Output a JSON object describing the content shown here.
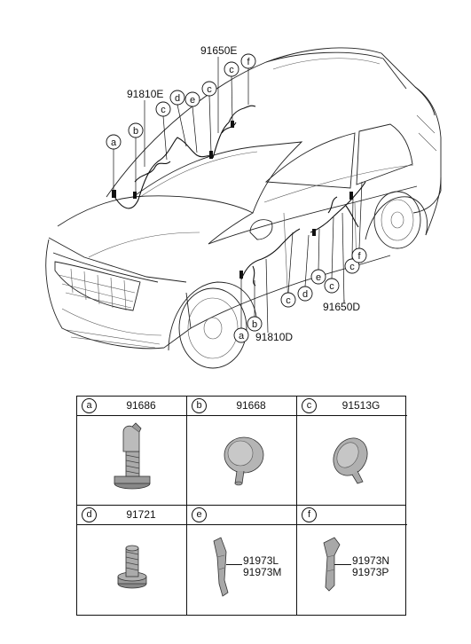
{
  "callouts": {
    "a": "a",
    "b": "b",
    "c": "c",
    "d": "d",
    "e": "e",
    "f": "f"
  },
  "part_numbers": {
    "p91650E": "91650E",
    "p91810E": "91810E",
    "p91650D": "91650D",
    "p91810D": "91810D"
  },
  "table": {
    "cells": [
      {
        "letter": "a",
        "code": "91686",
        "icon": "bolt-clip-icon"
      },
      {
        "letter": "b",
        "code": "91668",
        "icon": "round-grommet-icon"
      },
      {
        "letter": "c",
        "code": "91513G",
        "icon": "oval-grommet-icon"
      },
      {
        "letter": "d",
        "code": "91721",
        "icon": "bolt-icon"
      },
      {
        "letter": "e",
        "code": "",
        "icon": "bracket-clip-icon",
        "sub": [
          "91973L",
          "91973M"
        ]
      },
      {
        "letter": "f",
        "code": "",
        "icon": "bracket-clip-icon",
        "sub": [
          "91973N",
          "91973P"
        ]
      }
    ]
  }
}
